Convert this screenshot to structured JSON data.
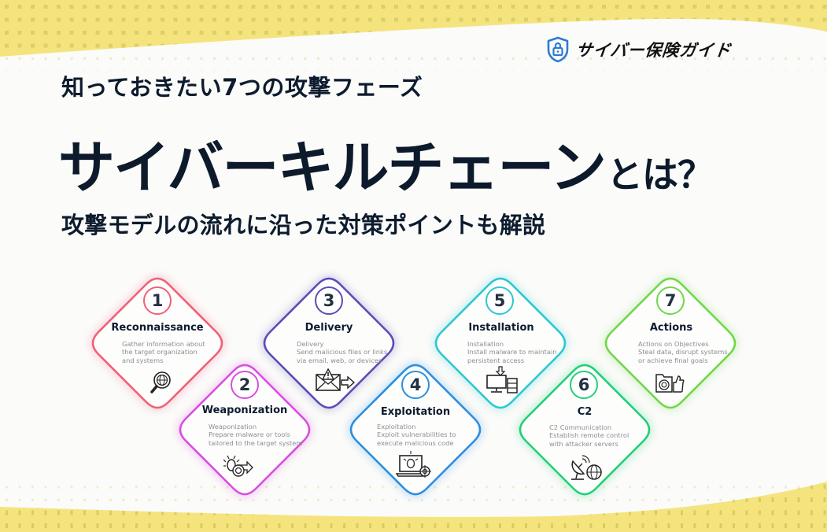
{
  "brand": {
    "name": "サイバー保険ガイド",
    "icon": "shield-lock-icon",
    "color": "#2c7bd4"
  },
  "header": {
    "kicker": "知っておきたい7つの攻撃フェーズ",
    "title_main": "サイバーキルチェーン",
    "title_suffix": "とは？",
    "subtitle": "攻撃モデルの流れに沿った対策ポイントも解説"
  },
  "colors": {
    "background": "#fbfbf9",
    "band_yellow": "#f5e47e",
    "dot_olive": "#d2c85a",
    "text_dark": "#0d1b2e",
    "text_muted": "#8a8f96"
  },
  "phases": [
    {
      "number": "1",
      "title": "Reconnaissance",
      "description": "Gather information about\nthe target organization\nand systems",
      "icon": "magnifier-globe-icon",
      "color": "#f0607a"
    },
    {
      "number": "2",
      "title": "Weaponization",
      "description": "Weaponization\nPrepare malware or tools\ntailored to the target system",
      "icon": "bug-target-arrow-icon",
      "color": "#d84fe0"
    },
    {
      "number": "3",
      "title": "Delivery",
      "description": "Delivery\nSend malicious files or links\nvia email, web, or devices",
      "icon": "envelope-warning-icon",
      "color": "#5a4db8"
    },
    {
      "number": "4",
      "title": "Exploitation",
      "description": "Exploitation\nExploit vulnerabilities to\nexecute malicious code",
      "icon": "laptop-bug-crosshair-icon",
      "color": "#2a8fe0"
    },
    {
      "number": "5",
      "title": "Installation",
      "description": "Installation\nInstall malware to maintain\npersistent access",
      "icon": "monitor-server-download-icon",
      "color": "#2bc8d2"
    },
    {
      "number": "6",
      "title": "C2",
      "description": "C2 Communication\nEstablish remote control\nwith attacker servers",
      "icon": "satellite-dish-globe-icon",
      "color": "#22cf7a"
    },
    {
      "number": "7",
      "title": "Actions",
      "description": "Actions on Objectives\nSteal data, disrupt systems,\nor achieve final goals",
      "icon": "folder-target-thumbsup-icon",
      "color": "#6fd84a"
    }
  ]
}
